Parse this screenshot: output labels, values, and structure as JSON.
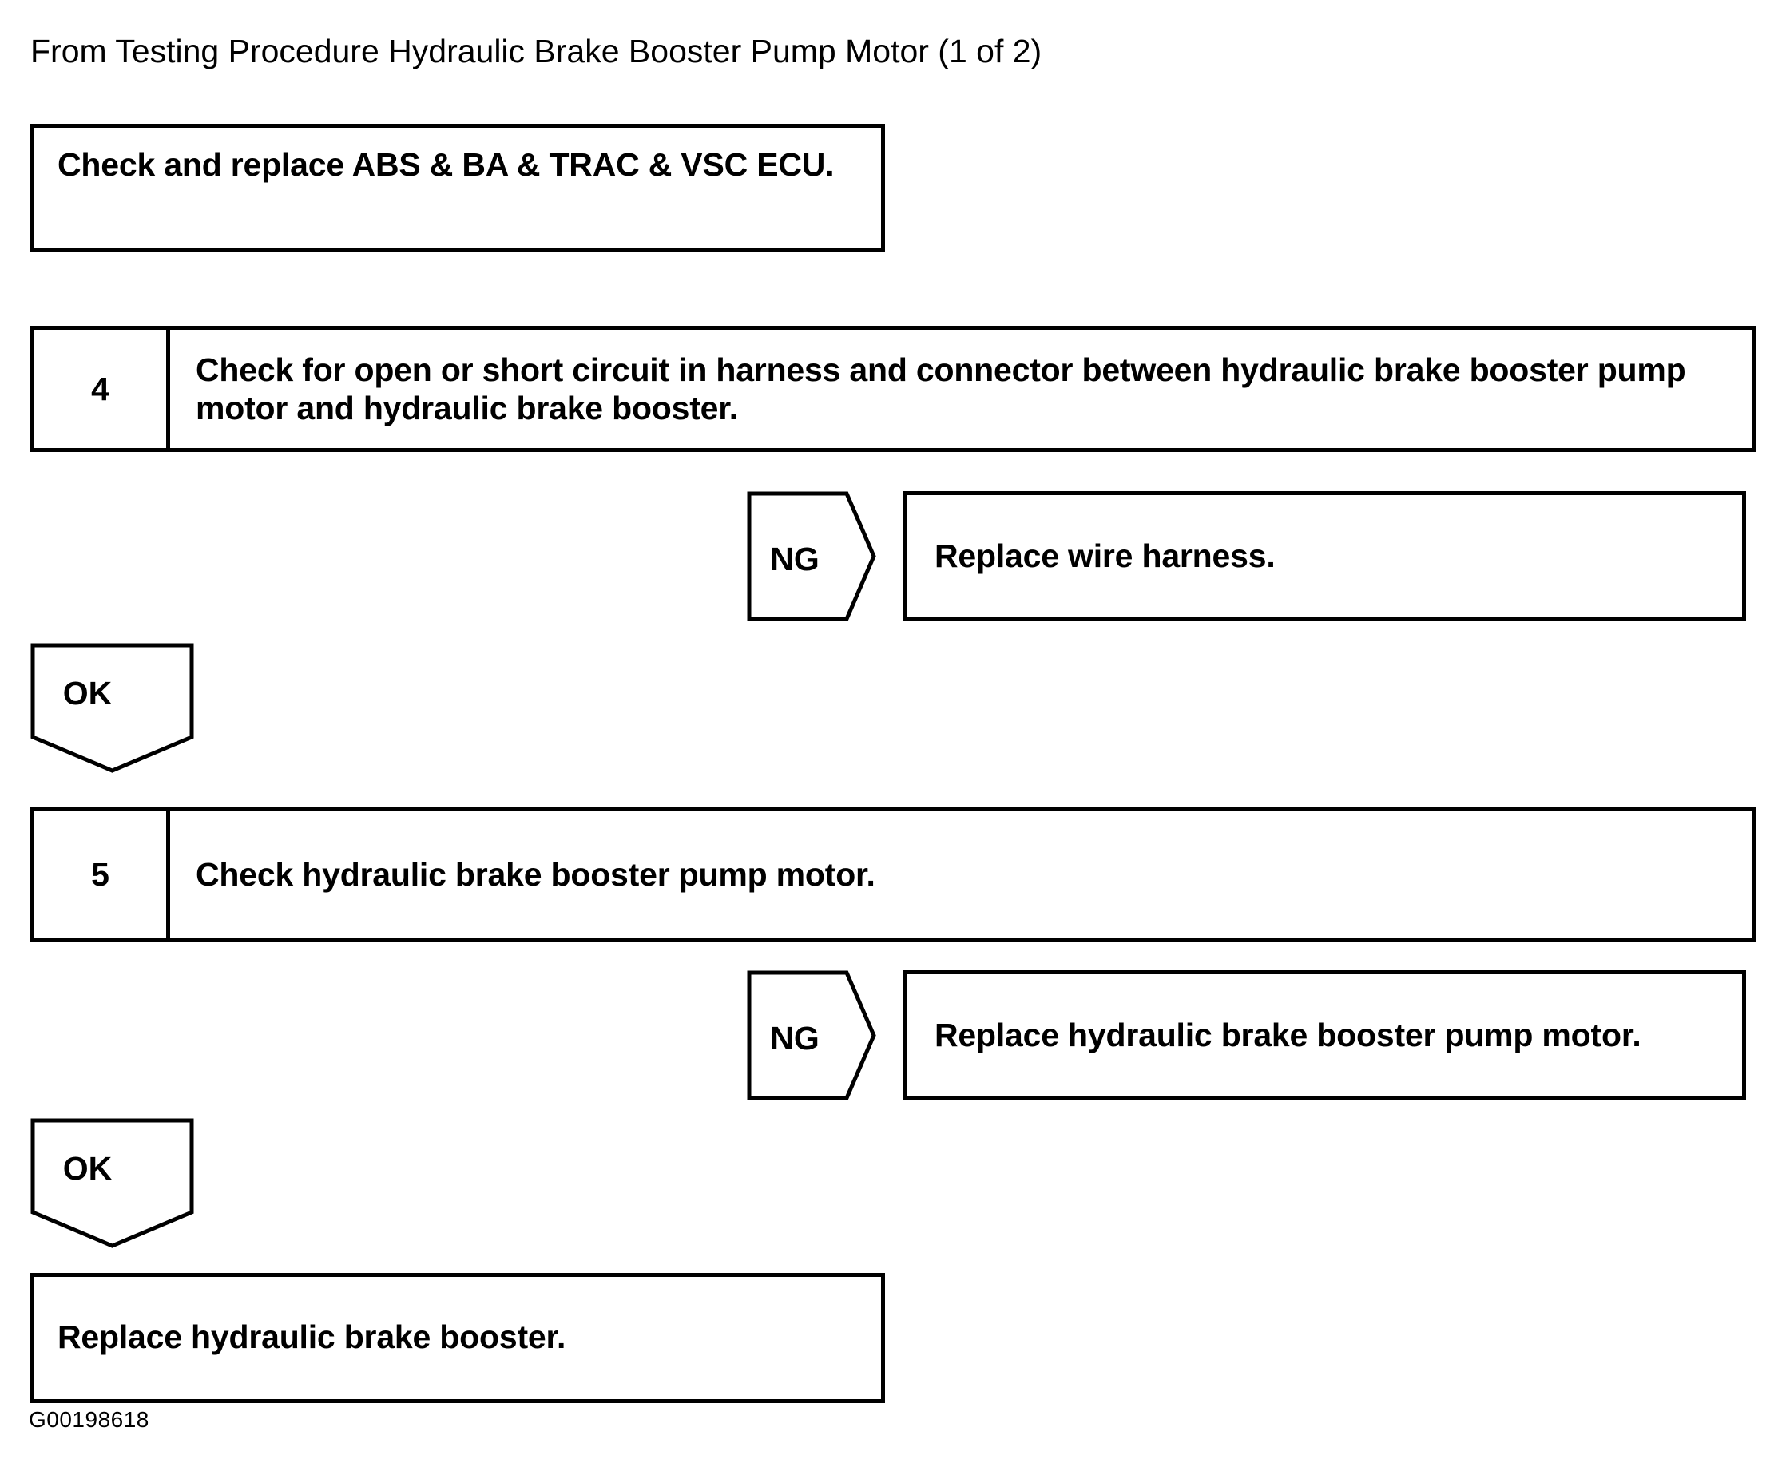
{
  "document": {
    "header_title": "From Testing Procedure Hydraulic Brake Booster Pump Motor (1 of 2)",
    "footer_code": "G00198618",
    "ink_color": "#000000",
    "background_color": "#ffffff"
  },
  "flow": {
    "action_ecu": {
      "text": "Check and replace ABS & BA & TRAC & VSC ECU."
    },
    "step_4": {
      "number": "4",
      "text": "Check for open or short circuit in harness and connector between hydraulic brake booster pump motor and hydraulic brake booster."
    },
    "branch_4_ng": {
      "label": "NG",
      "action_text": "Replace wire harness."
    },
    "branch_4_ok": {
      "label": "OK"
    },
    "step_5": {
      "number": "5",
      "text": "Check hydraulic brake booster pump motor."
    },
    "branch_5_ng": {
      "label": "NG",
      "action_text": "Replace hydraulic brake booster pump motor."
    },
    "branch_5_ok": {
      "label": "OK"
    },
    "action_final": {
      "text": "Replace hydraulic brake booster."
    }
  }
}
